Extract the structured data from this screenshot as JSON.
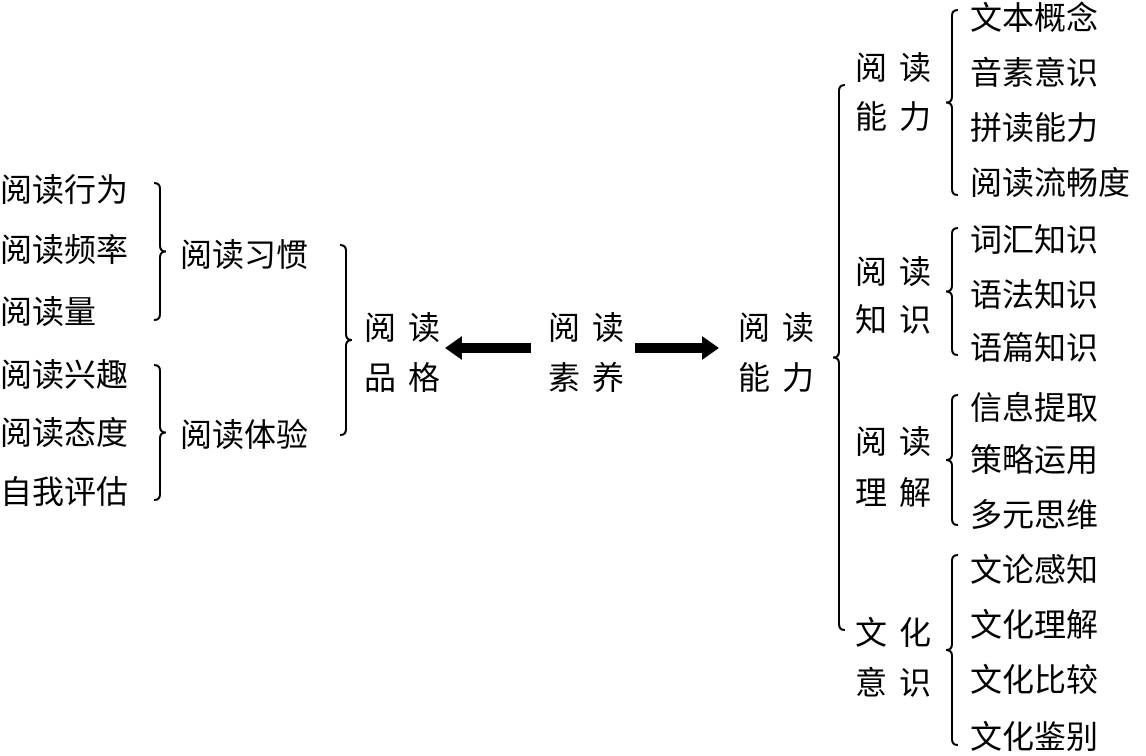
{
  "center": {
    "line1": "阅读",
    "line2": "素养"
  },
  "quality": {
    "line1": "阅读",
    "line2": "品格",
    "groups": [
      {
        "label": "阅读习惯",
        "items": [
          "阅读行为",
          "阅读频率",
          "阅读量"
        ]
      },
      {
        "label": "阅读体验",
        "items": [
          "阅读兴趣",
          "阅读态度",
          "自我评估"
        ]
      }
    ]
  },
  "ability": {
    "line1": "阅读",
    "line2": "能力",
    "groups": [
      {
        "line1": "阅读",
        "line2": "能力",
        "items": [
          "文本概念",
          "音素意识",
          "拼读能力",
          "阅读流畅度"
        ]
      },
      {
        "line1": "阅读",
        "line2": "知识",
        "items": [
          "词汇知识",
          "语法知识",
          "语篇知识"
        ]
      },
      {
        "line1": "阅读",
        "line2": "理解",
        "items": [
          "信息提取",
          "策略运用",
          "多元思维"
        ]
      },
      {
        "line1": "文化",
        "line2": "意识",
        "items": [
          "文论感知",
          "文化理解",
          "文化比较",
          "文化鉴别"
        ]
      }
    ]
  }
}
